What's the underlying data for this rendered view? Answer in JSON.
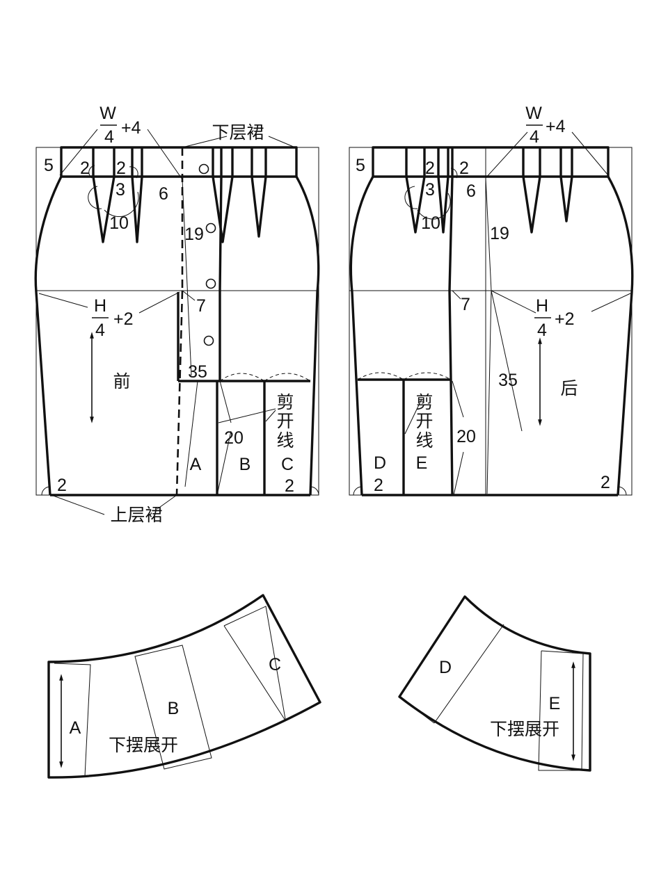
{
  "front": {
    "title": "前",
    "w_numerator": "W",
    "w_denominator": "4",
    "w_plus": "+4",
    "h_numerator": "H",
    "h_denominator": "4",
    "h_plus": "+2",
    "under_skirt": "下层裙",
    "over_skirt": "上层裙",
    "waist_height": "5",
    "dart_left_a": "2",
    "dart_left_b": "2",
    "dart_spacing": "3",
    "dart_offset": "6",
    "dart_length": "10",
    "hip_depth": "19",
    "center_shift": "7",
    "panel_depth": "35",
    "panel_split": "20",
    "cut_line": [
      "剪",
      "开",
      "线"
    ],
    "hem_left": "2",
    "hem_right": "2",
    "panels": [
      "A",
      "B",
      "C"
    ]
  },
  "back": {
    "title": "后",
    "w_numerator": "W",
    "w_denominator": "4",
    "w_plus": "+4",
    "h_numerator": "H",
    "h_denominator": "4",
    "h_plus": "+2",
    "waist_height": "5",
    "dart_left_a": "2",
    "dart_left_b": "2",
    "dart_spacing": "3",
    "dart_offset": "6",
    "dart_length": "10",
    "hip_depth": "19",
    "center_shift": "7",
    "panel_depth": "35",
    "panel_split": "20",
    "cut_line": [
      "剪",
      "开",
      "线"
    ],
    "hem_left": "2",
    "hem_right": "2",
    "panels": [
      "D",
      "E"
    ]
  },
  "front_spread": {
    "label": "下摆展开",
    "panels": [
      "A",
      "B",
      "C"
    ]
  },
  "back_spread": {
    "label": "下摆展开",
    "panels": [
      "D",
      "E"
    ]
  }
}
